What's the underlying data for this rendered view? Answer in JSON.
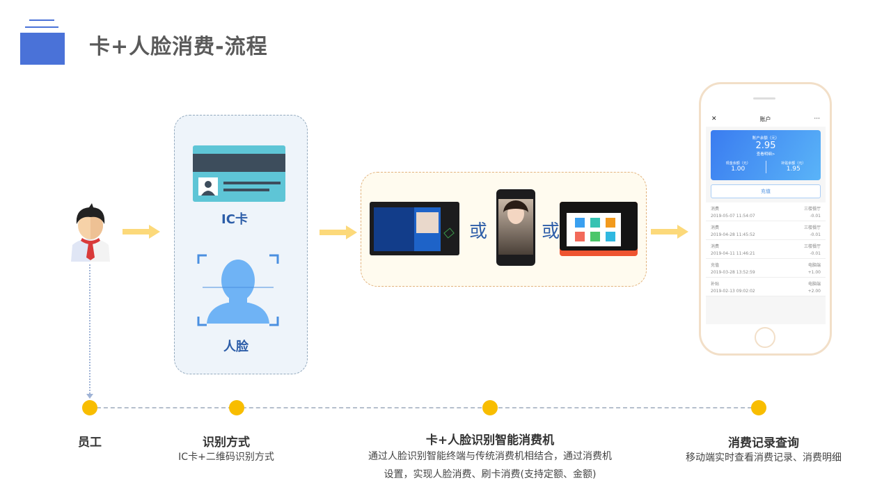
{
  "header": {
    "title": "卡+人脸消费-流程"
  },
  "flow": {
    "card_label": "IC卡",
    "face_label": "人脸",
    "or_1": "或",
    "or_2": "或"
  },
  "phone": {
    "title": "账户",
    "close": "✕",
    "more": "···",
    "balance_label": "账户余额（元）",
    "balance": "2.95",
    "detail_link": "查看明细>",
    "cash_label": "现金余额（元）",
    "cash": "1.00",
    "subsidy_label": "补贴余额（元）",
    "subsidy": "1.95",
    "recharge": "充值",
    "records": [
      {
        "type": "消费",
        "time": "2019-05-07 11:54:07",
        "place": "三楼餐厅",
        "amount": "-0.01"
      },
      {
        "type": "消费",
        "time": "2019-04-28 11:45:52",
        "place": "三楼餐厅",
        "amount": "-0.01"
      },
      {
        "type": "消费",
        "time": "2019-04-11 11:46:21",
        "place": "三楼餐厅",
        "amount": "-0.01"
      },
      {
        "type": "充值",
        "time": "2019-03-28 13:52:59",
        "place": "电脑端",
        "amount": "+1.00"
      },
      {
        "type": "补贴",
        "time": "2019-02-13 09:02:02",
        "place": "电脑端",
        "amount": "+2.00"
      }
    ]
  },
  "timeline": [
    {
      "title": "员工"
    },
    {
      "title": "识别方式",
      "desc": "IC卡+二维码识别方式"
    },
    {
      "title": "卡+人脸识别智能消费机",
      "desc": "通过人脸识别智能终端与传统消费机相结合，通过消费机",
      "desc2": "设置，实现人脸消费、刷卡消费(支持定额、金额)"
    },
    {
      "title": "消费记录查询",
      "desc": "移动端实时查看消费记录、消费明细"
    }
  ]
}
